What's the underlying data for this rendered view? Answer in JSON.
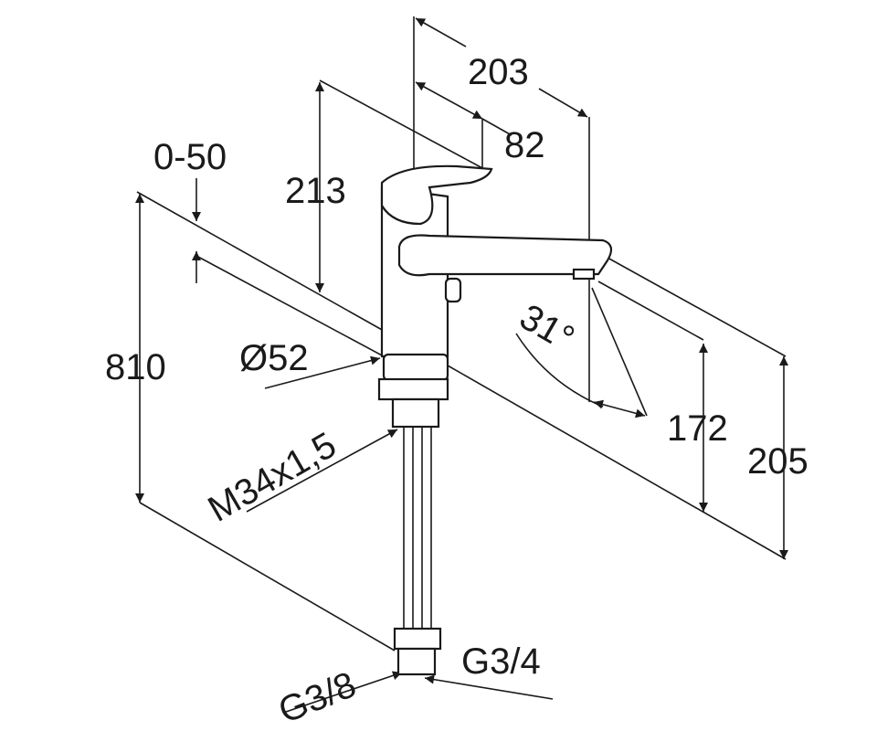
{
  "title": "Single lever sink mixer dimension drawing",
  "dimensions": {
    "d203": "203",
    "d82": "82",
    "d0_50": "0-50",
    "d213": "213",
    "d810": "810",
    "d52": "Ø52",
    "thread": "M34x1,5",
    "g38": "G3/8",
    "g34": "G3/4",
    "angle": "31°",
    "d172": "172",
    "d205": "205"
  },
  "colors": {
    "line": "#1a1a1a",
    "background": "#ffffff"
  }
}
